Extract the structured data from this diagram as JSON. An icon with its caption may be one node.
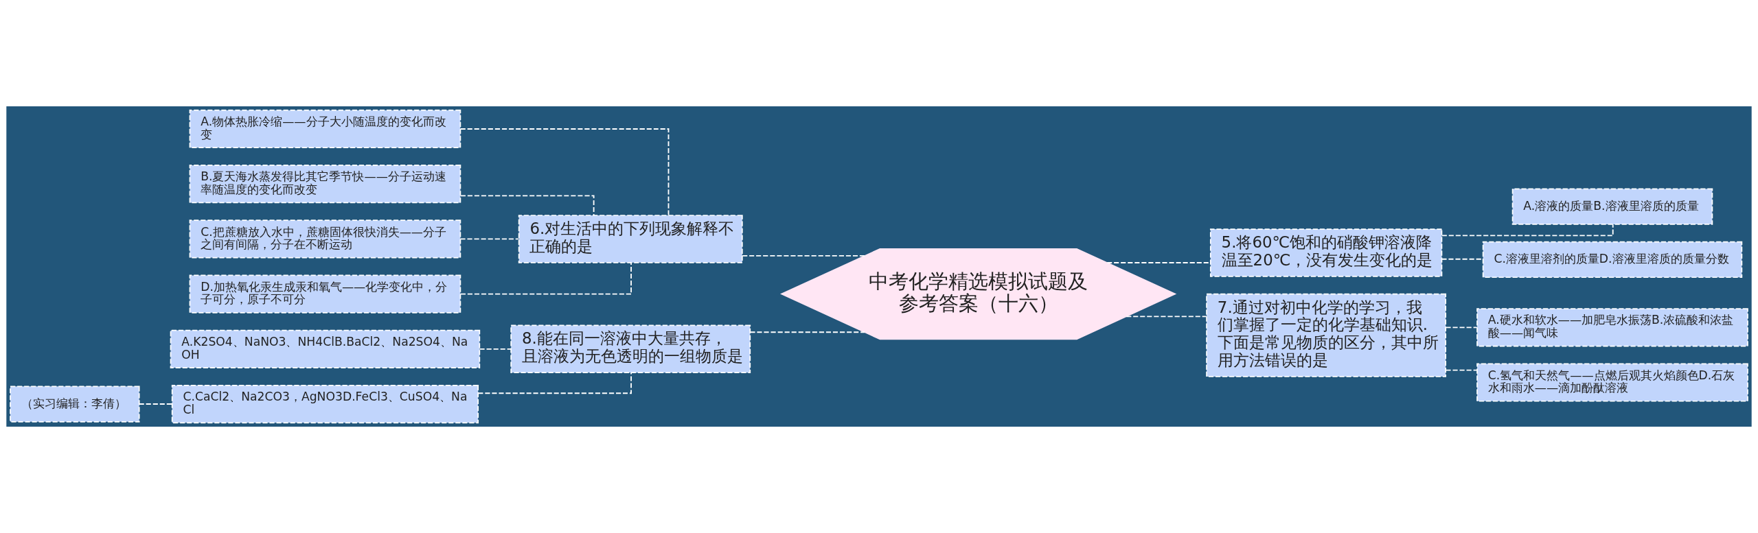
{
  "diagram": {
    "nodes": [
      {
        "text": [
          "中考化学精选模拟试题及参考答案（十六）"
        ]
      },
      {
        "text": [
          "6.对生活中的下列现象解释不正确的是"
        ]
      },
      {
        "text": [
          "A.物体热胀冷缩——分子大小随温度的变化而改变"
        ]
      },
      {
        "text": [
          "B.夏天海水蒸发得比其它季节快——分子运动速率随温度的变化而改变"
        ]
      },
      {
        "text": [
          "C.把蔗糖放入水中，蔗糖固体很快消失——分子之间有间隔，分子在不断运动"
        ]
      },
      {
        "text": [
          "D.加热氧化汞生成汞和氧气——化学变化中，分子可分，原子不可分"
        ]
      },
      {
        "text": [
          "8.能在同一溶液中大量共存，且溶液为无色透明的一组物质是"
        ]
      },
      {
        "text": [
          "A.K2SO4、NaNO3、NH4ClB.BaCl2、Na2SO4、NaOH"
        ]
      },
      {
        "text": [
          "C.CaCl2、Na2CO3，AgNO3D.FeCl3、CuSO4、NaCl"
        ]
      },
      {
        "text": [
          "（实习编辑：李倩）"
        ]
      },
      {
        "text": [
          "5.将60℃饱和的硝酸钾溶液降温至20℃，没有发生变化的是"
        ]
      },
      {
        "text": [
          "A.溶液的质量B.溶液里溶质的质量"
        ]
      },
      {
        "text": [
          "C.溶液里溶剂的质量D.溶液里溶质的质量分数"
        ]
      },
      {
        "text": [
          "7.通过对初中化学的学习，我们掌握了一定的化学基础知识.下面是常见物质的区分，其中所用方法错误的是"
        ]
      },
      {
        "text": [
          "A.硬水和软水——加肥皂水振荡B.浓硫酸和浓盐酸——闻气味"
        ]
      },
      {
        "text": [
          "C.氢气和天然气——点燃后观其火焰颜色D.石灰水和雨水——滴加酚酞溶液"
        ]
      }
    ],
    "edges": [
      {
        "from": 2,
        "to": 1,
        "arrow": "none",
        "style": "dashed"
      },
      {
        "from": 3,
        "to": 1,
        "arrow": "none",
        "style": "dashed"
      },
      {
        "from": 4,
        "to": 1,
        "arrow": "none",
        "style": "dashed"
      },
      {
        "from": 5,
        "to": 1,
        "arrow": "none",
        "style": "dashed"
      },
      {
        "from": 1,
        "to": 0,
        "arrow": "none",
        "style": "dashed"
      },
      {
        "from": 7,
        "to": 6,
        "arrow": "none",
        "style": "dashed"
      },
      {
        "from": 9,
        "to": 8,
        "arrow": "none",
        "style": "dashed"
      },
      {
        "from": 8,
        "to": 6,
        "arrow": "none",
        "style": "dashed"
      },
      {
        "from": 6,
        "to": 0,
        "arrow": "none",
        "style": "dashed"
      },
      {
        "from": 0,
        "to": 10,
        "arrow": "none",
        "style": "dashed"
      },
      {
        "from": 10,
        "to": 11,
        "arrow": "none",
        "style": "dashed"
      },
      {
        "from": 10,
        "to": 12,
        "arrow": "none",
        "style": "dashed"
      },
      {
        "from": 0,
        "to": 13,
        "arrow": "none",
        "style": "dashed"
      },
      {
        "from": 13,
        "to": 14,
        "arrow": "none",
        "style": "dashed"
      },
      {
        "from": 13,
        "to": 15,
        "arrow": "none",
        "style": "dashed"
      }
    ]
  }
}
